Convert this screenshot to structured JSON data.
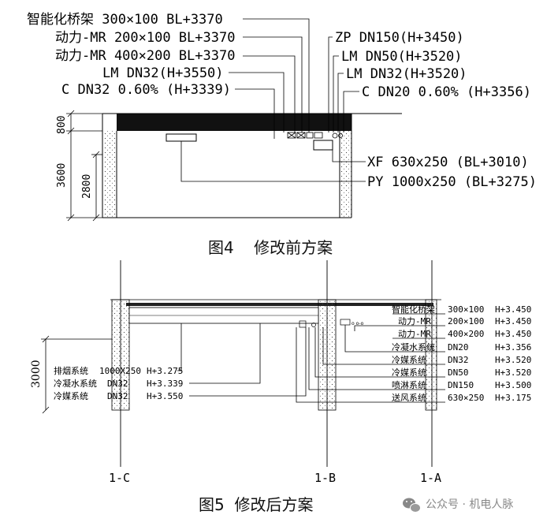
{
  "figure4": {
    "caption": "图4    修改前方案",
    "labels_left": [
      "智能化桥架 300×100 BL+3370",
      "动力-MR 200×100 BL+3370",
      "动力-MR 400×200 BL+3370",
      "LM DN32(H+3550)",
      "C DN32 0.60%  (H+3339)"
    ],
    "labels_right": [
      "ZP DN150(H+3450)",
      "LM DN50(H+3520)",
      "LM DN32(H+3520)",
      "C DN20 0.60%  (H+3356)"
    ],
    "labels_bottom": [
      "XF 630x250  (BL+3010)",
      "PY 1000x250  (BL+3275)"
    ],
    "dims": [
      "800",
      "3600",
      "2800"
    ]
  },
  "figure5": {
    "caption": "图5  修改后方案",
    "grid_labels": [
      "1-C",
      "1-B",
      "1-A"
    ],
    "dim": "3000",
    "right_table": [
      [
        "智能化桥架",
        "300×100",
        "H+3.450"
      ],
      [
        "动力-MR",
        "200×100",
        "H+3.450"
      ],
      [
        "动力-MR",
        "400×200",
        "H+3.450"
      ],
      [
        "冷凝水系统",
        "DN20",
        "H+3.356"
      ],
      [
        "冷媒系统",
        "DN32",
        "H+3.520"
      ],
      [
        "冷媒系统",
        "DN50",
        "H+3.520"
      ],
      [
        "喷淋系统",
        "DN150",
        "H+3.500"
      ],
      [
        "送风系统",
        "630×250",
        "H+3.175"
      ]
    ],
    "left_table": [
      [
        "排烟系统",
        "1000X250",
        "H+3.275"
      ],
      [
        "冷凝水系统",
        "DN32",
        "H+3.339"
      ],
      [
        "冷媒系统",
        "DN32",
        "H+3.550"
      ]
    ]
  },
  "watermark": "公众号 · 机电人脉"
}
